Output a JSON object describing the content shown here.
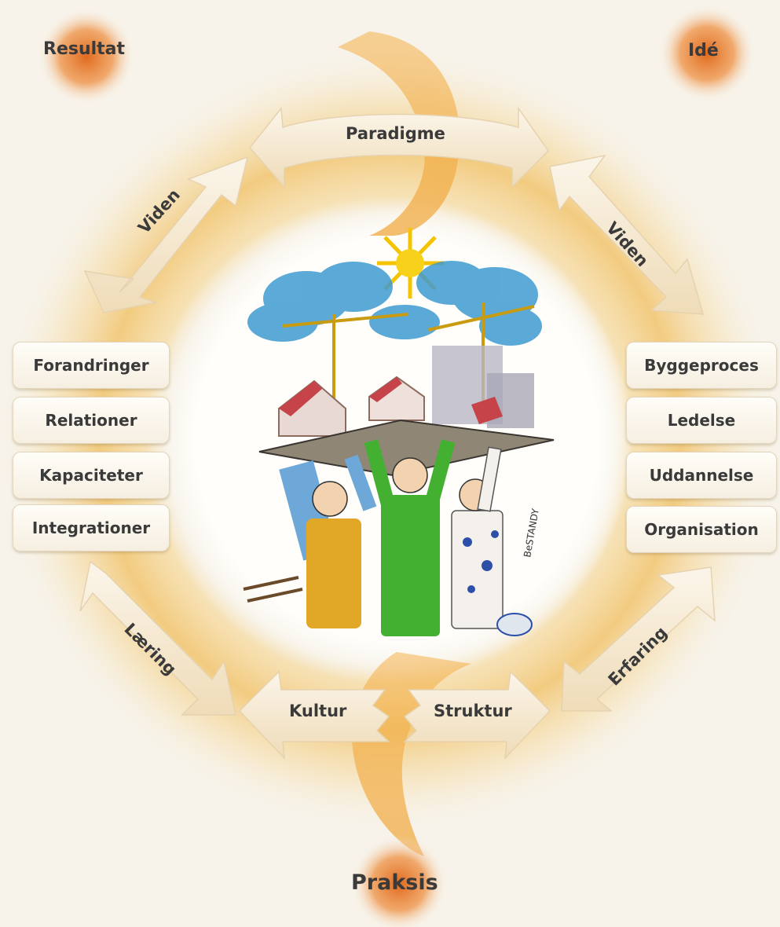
{
  "corners": {
    "resultat": "Resultat",
    "ide": "Idé",
    "praksis": "Praksis"
  },
  "arrows": {
    "top": "Paradigme",
    "upper_left": "Viden",
    "upper_right": "Viden",
    "lower_left": "Læring",
    "lower_right": "Erfaring",
    "bottom_left": "Kultur",
    "bottom_right": "Struktur"
  },
  "left_boxes": [
    "Forandringer",
    "Relationer",
    "Kapaciteter",
    "Integrationer"
  ],
  "right_boxes": [
    "Byggeproces",
    "Ledelse",
    "Uddannelse",
    "Organisation"
  ],
  "illustration_signature": "BeSTANDY",
  "colors": {
    "background": "#f7f3ea",
    "orange_glow": "#e8892e",
    "ring": "#f2c46a",
    "arrow_fill": "#f6ecd8",
    "text": "#3a3a3a"
  }
}
